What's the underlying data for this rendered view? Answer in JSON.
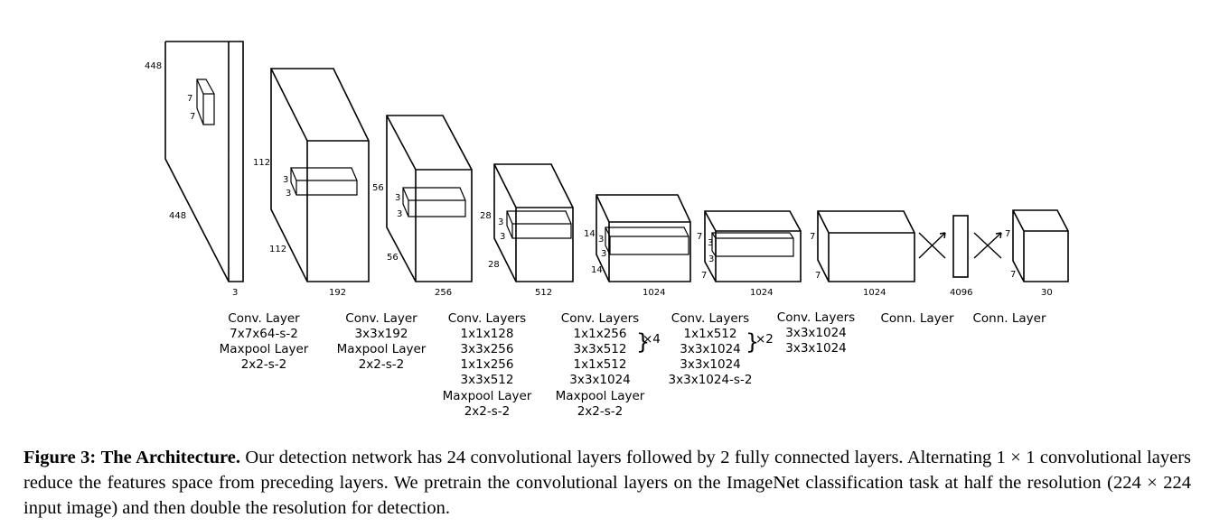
{
  "diagram": {
    "input_dims": {
      "height": "448",
      "width": "448",
      "channels": "3",
      "kernel_h": "7",
      "kernel_w": "7"
    },
    "block1": {
      "height": "112",
      "width": "112",
      "channels": "192",
      "kernel_h": "3",
      "kernel_w": "3"
    },
    "block2": {
      "height": "56",
      "width": "56",
      "channels": "256",
      "kernel_h": "3",
      "kernel_w": "3"
    },
    "block3": {
      "height": "28",
      "width": "28",
      "channels": "512",
      "kernel_h": "3",
      "kernel_w": "3"
    },
    "block4": {
      "height": "14",
      "width": "14",
      "channels": "1024",
      "kernel_h": "3",
      "kernel_w": "3"
    },
    "block5": {
      "height": "7",
      "width": "7",
      "channels": "1024",
      "kernel_h": "3",
      "kernel_w": "3"
    },
    "block6": {
      "height": "7",
      "width": "7",
      "channels": "1024"
    },
    "fc1": {
      "size": "4096"
    },
    "output": {
      "height": "7",
      "width": "7",
      "channels": "30"
    },
    "layer_groups": [
      {
        "lines": [
          "Conv. Layer",
          "7x7x64-s-2",
          "Maxpool Layer",
          "2x2-s-2"
        ]
      },
      {
        "lines": [
          "Conv. Layer",
          "3x3x192",
          "Maxpool Layer",
          "2x2-s-2"
        ]
      },
      {
        "lines": [
          "Conv. Layers",
          "1x1x128",
          "3x3x256",
          "1x1x256",
          "3x3x512",
          "Maxpool Layer",
          "2x2-s-2"
        ]
      },
      {
        "lines": [
          "Conv. Layers",
          "1x1x256",
          "3x3x512",
          "1x1x512",
          "3x3x1024",
          "Maxpool Layer",
          "2x2-s-2"
        ],
        "repeat": "×4"
      },
      {
        "lines": [
          "Conv. Layers",
          "1x1x512",
          "3x3x1024",
          "3x3x1024",
          "3x3x1024-s-2"
        ],
        "repeat": "×2"
      },
      {
        "lines": [
          "Conv. Layers",
          "3x3x1024",
          "3x3x1024"
        ]
      },
      {
        "lines": [
          "Conn. Layer"
        ]
      },
      {
        "lines": [
          "Conn. Layer"
        ]
      }
    ]
  },
  "caption": {
    "label": "Figure 3:",
    "title": "The Architecture.",
    "body": "Our detection network has 24 convolutional layers followed by 2 fully connected layers. Alternating 1 × 1 convolutional layers reduce the features space from preceding layers. We pretrain the convolutional layers on the ImageNet classification task at half the resolution (224 × 224 input image) and then double the resolution for detection."
  }
}
